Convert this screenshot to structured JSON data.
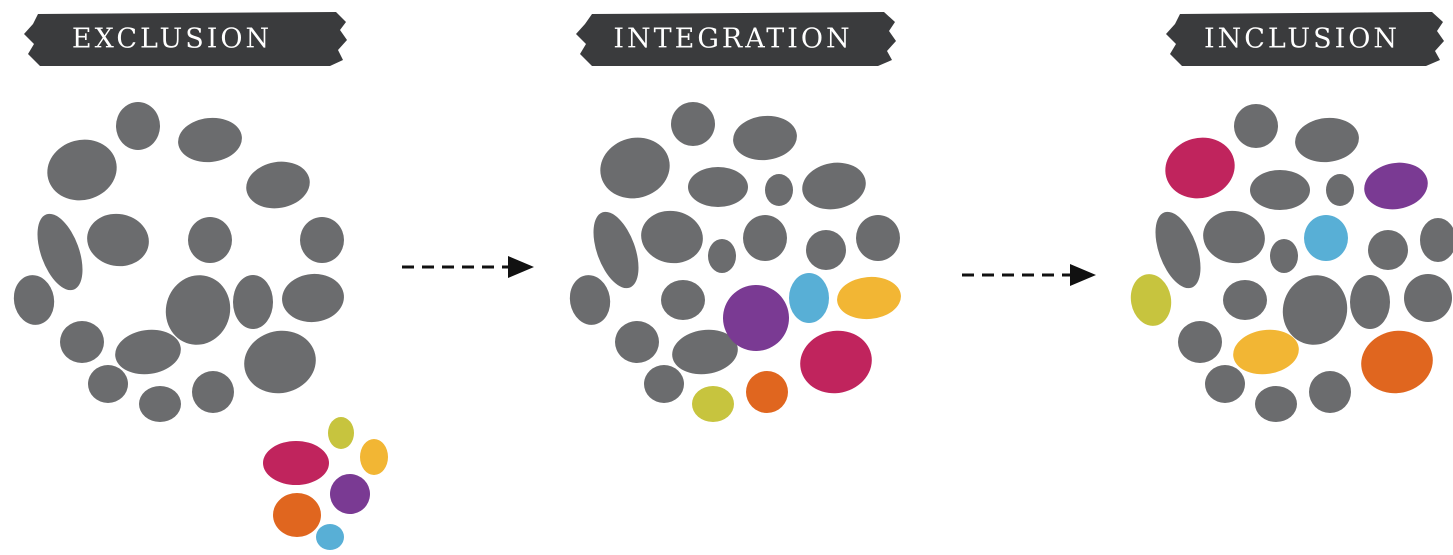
{
  "colors": {
    "pebble_gray": "#6b6c6e",
    "banner_dark": "#3a3b3d",
    "magenta": "#c0245d",
    "purple": "#7a3a93",
    "blue": "#58afd6",
    "yellow": "#f2b634",
    "orange": "#e0661f",
    "olive": "#c7c43e",
    "arrow": "#111111"
  },
  "stages": [
    {
      "label": "EXCLUSION"
    },
    {
      "label": "INTEGRATION"
    },
    {
      "label": "INCLUSION"
    }
  ]
}
